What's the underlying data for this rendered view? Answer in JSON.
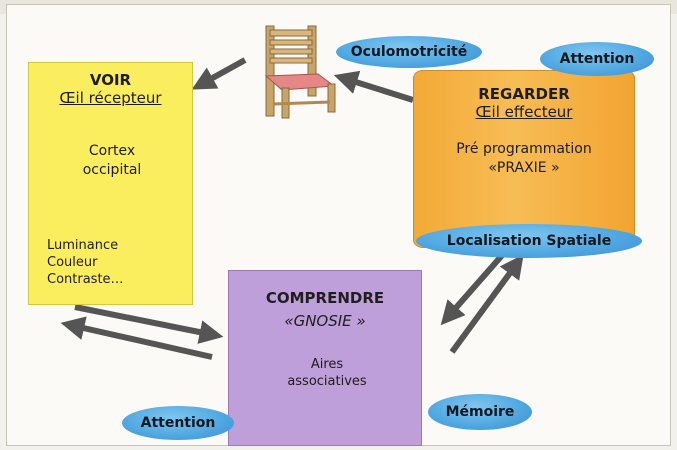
{
  "voir": {
    "title": "VOIR",
    "subtitle": "Œil récepteur",
    "cloud_line1": "Cortex",
    "cloud_line2": "occipital",
    "features": [
      "Luminance",
      "Couleur",
      "Contraste…"
    ]
  },
  "regarder": {
    "title": "REGARDER",
    "subtitle": "Œil effecteur",
    "line1": "Pré programmation",
    "line2": "«PRAXIE »",
    "badge_bottom": "Localisation Spatiale",
    "badge_top": "Attention"
  },
  "comprendre": {
    "title": "COMPRENDRE",
    "subtitle": "«GNOSIE »",
    "cloud_line1": "Aires",
    "cloud_line2": "associatives",
    "badge_left": "Attention",
    "badge_right": "Mémoire"
  },
  "oculo": "Oculomotricité",
  "colors": {
    "voir_fill": "#fbee5e",
    "regarder_fill": "#f4a937",
    "comprendre_fill": "#bf9fd9",
    "badge_fill": "#4ea6e0",
    "arrow": "#555555"
  }
}
